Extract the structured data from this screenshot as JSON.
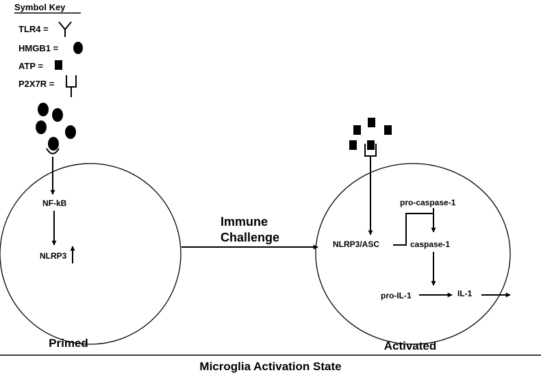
{
  "symbol_key": {
    "title": "Symbol Key",
    "items": [
      {
        "label": "TLR4 =",
        "icon": "y-receptor-icon"
      },
      {
        "label": "HMGB1 =",
        "icon": "filled-circle-icon"
      },
      {
        "label": "ATP =",
        "icon": "filled-square-icon"
      },
      {
        "label": "P2X7R =",
        "icon": "channel-receptor-icon"
      }
    ]
  },
  "primed": {
    "nfkb": "NF-kB",
    "nlrp3": "NLRP3",
    "caption": "Primed"
  },
  "transition": {
    "line1": "Immune",
    "line2": "Challenge"
  },
  "activated": {
    "nlrp3_asc": "NLRP3/ASC",
    "pro_caspase": "pro-caspase-1",
    "caspase": "caspase-1",
    "pro_il": "pro-IL-1",
    "il": "IL-1",
    "caption": "Activated"
  },
  "footer": {
    "title": "Microglia Activation State"
  },
  "colors": {
    "ink": "#000000",
    "background": "#ffffff"
  }
}
